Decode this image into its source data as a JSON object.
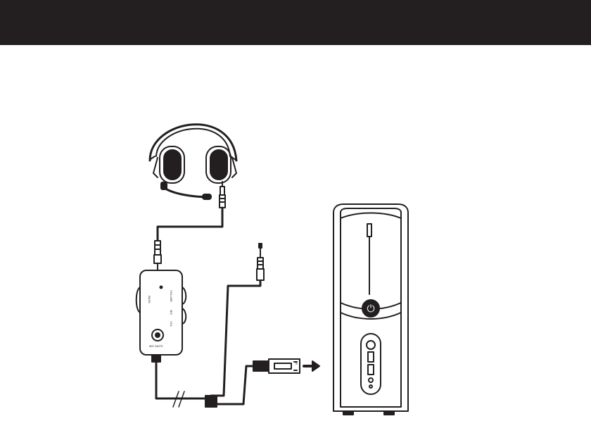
{
  "header": {
    "background": "#231f20"
  },
  "diagram": {
    "line_color": "#231f20",
    "usb_direction": "arrow-right",
    "controller_labels": {
      "left_side": "BASS",
      "right_side": "VOLUME",
      "right_mid": "MIC",
      "right_low": "VOL",
      "bottom": "MIC MUTE"
    },
    "computer": {
      "power_glyph": "⏻"
    }
  }
}
